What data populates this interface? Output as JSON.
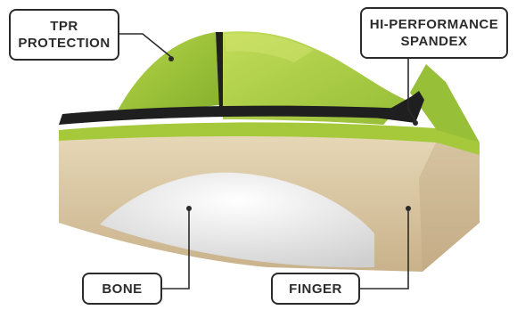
{
  "labels": {
    "tpr": [
      "TPR",
      "PROTECTION"
    ],
    "spandex": [
      "HI-PERFORMANCE",
      "SPANDEX"
    ],
    "bone": "BONE",
    "finger": "FINGER"
  },
  "colors": {
    "tpr_green": "#9cc43a",
    "spandex_green": "#a6c93c",
    "seam_black": "#1f1f1f",
    "skin": "#d9c7a3",
    "bone": "#eeeeee",
    "leader": "#2b2b2b"
  }
}
